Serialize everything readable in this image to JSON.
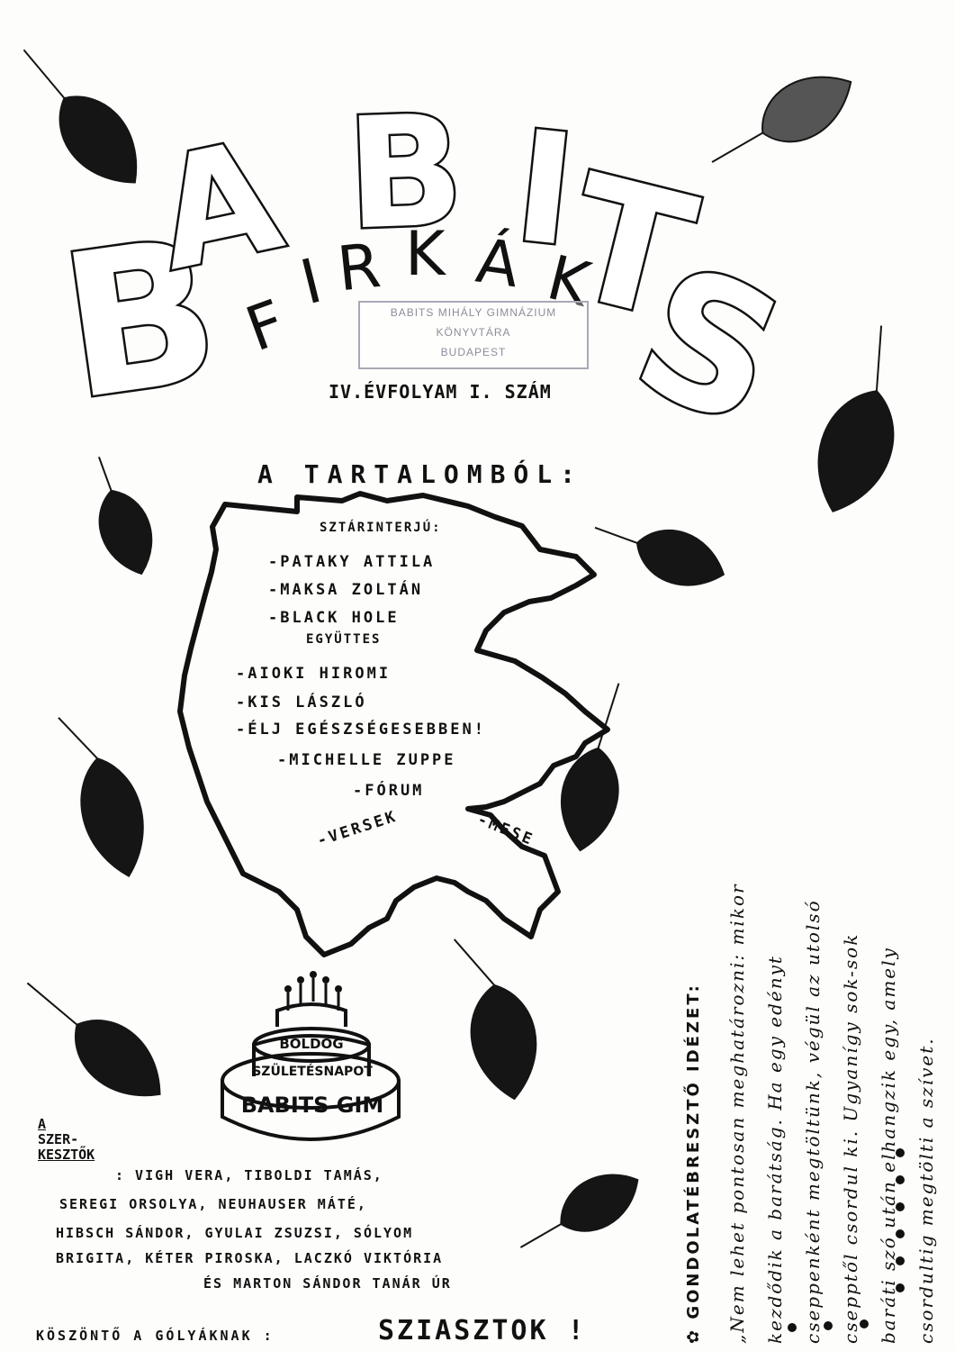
{
  "masthead": {
    "title_letters": [
      "B",
      "A",
      "B",
      "I",
      "T",
      "S"
    ],
    "subtitle_letters": [
      "F",
      "I",
      "R",
      "K",
      "Á",
      "K"
    ]
  },
  "stamp": {
    "line1": "BABITS MIHÁLY GIMNÁZIUM",
    "line2": "KÖNYVTÁRA",
    "line3": "BUDAPEST"
  },
  "issue": "IV.ÉVFOLYAM I. SZÁM",
  "contents": {
    "title": "A TARTALOMBÓL:",
    "items": [
      "SZTÁRINTERJÚ:",
      "-PATAKY ATTILA",
      "-MAKSA ZOLTÁN",
      "-BLACK HOLE",
      "EGYÜTTES",
      "-AIOKI HIROMI",
      "-KIS LÁSZLÓ",
      "-ÉLJ EGÉSZSÉGESEBBEN!",
      "-MICHELLE ZUPPE",
      "-FÓRUM",
      "-VERSEK",
      "-MESE"
    ]
  },
  "cake": {
    "line1": "BOLDOG",
    "line2": "SZÜLETÉSNAPOT",
    "line3": "BABITS GIM"
  },
  "editors": {
    "label": [
      "A",
      "SZER-",
      "KESZTŐK"
    ],
    "lines": [
      ": VIGH VERA, TIBOLDI TAMÁS,",
      "SEREGI ORSOLYA, NEUHAUSER MÁTÉ,",
      "HIBSCH SÁNDOR, GYULAI ZSUZSI, SÓLYOM",
      "BRIGITA, KÉTER PIROSKA, LACZKÓ VIKTÓRIA",
      "ÉS MARTON SÁNDOR TANÁR ÚR"
    ]
  },
  "greeting": {
    "text": "KÖSZÖNTŐ A GÓLYÁKNAK :",
    "big": "SZIASZTOK !"
  },
  "quote": {
    "title": "✿ GONDOLATÉBRESZTŐ IDÉZET:",
    "lines": [
      "„Nem lehet pontosan meghatározni: mikor",
      "kezdődik a barátság. Ha egy edényt",
      "cseppenként megtöltünk, végül az utolsó",
      "csepptől csordul ki. Ugyanígy sok-sok",
      "baráti szó után elhangzik egy, amely",
      "csordultig megtölti a szívet."
    ]
  }
}
